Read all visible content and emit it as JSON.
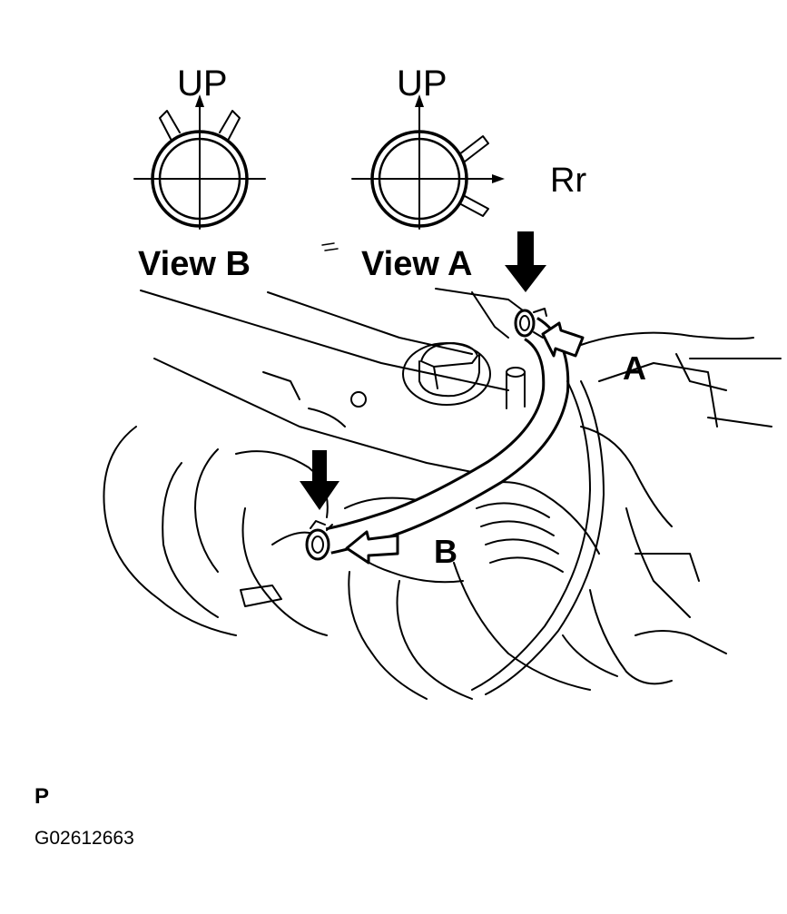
{
  "view_b": {
    "up_label": "UP",
    "view_label": "View B"
  },
  "view_a": {
    "up_label": "UP",
    "direction_label": "Rr",
    "view_label": "View A"
  },
  "callouts": {
    "a": "A",
    "b": "B"
  },
  "footer": {
    "code": "P",
    "figure_id": "G02612663"
  }
}
